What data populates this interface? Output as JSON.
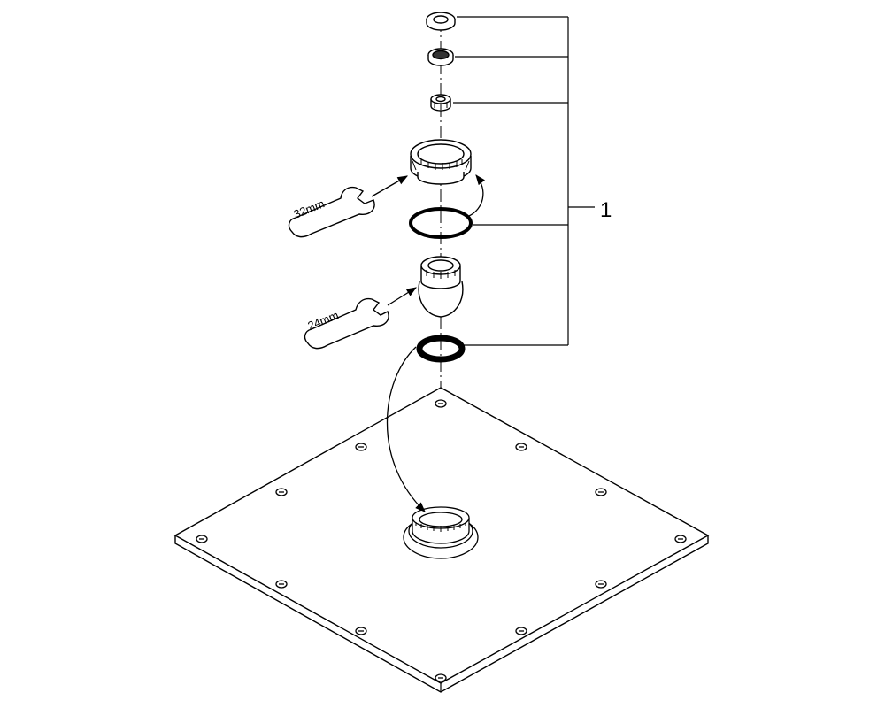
{
  "callout": {
    "number": "1"
  },
  "wrenches": [
    {
      "size_label": "32mm"
    },
    {
      "size_label": "24mm"
    }
  ],
  "colors": {
    "line": "#000000",
    "background": "#ffffff"
  }
}
